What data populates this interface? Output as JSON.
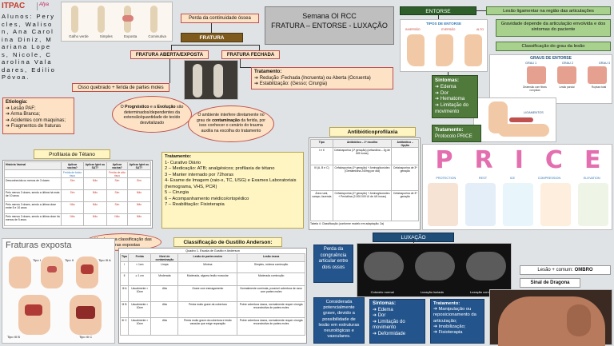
{
  "logo": {
    "itpac": "ITPAC",
    "afya": "Afya"
  },
  "students": "Alunos: Perycles, Walison, Ana Carolina Diniz, Mariana Lopes, Nicole, Carolina Valadares, Edilio Póvoa.",
  "title": {
    "line1": "Semana OI RCC",
    "line2": "FRATURA – ENTORSE - LUXAÇÃO"
  },
  "fracture_types": [
    "Galho verde",
    "Simples",
    "Exposta",
    "Cominutiva"
  ],
  "perda_continuidade": "Perda da continuidade óssea",
  "fratura_label": "FRATURA",
  "fratura_aberta": "FRATURA ABERTA/EXPOSTA",
  "fratura_fechada": "FRATURA FECHADA",
  "osso_quebrado": "Osso quebrado + ferida de partes moles",
  "etiologia": {
    "title": "Etiologia:",
    "items": [
      "Lesão PAF;",
      "Arma Branca;",
      "Acidentes com maquinas;",
      "Fragmentos de fraturas"
    ]
  },
  "tratamento_fechada": {
    "title": "Tratamento:",
    "items": [
      "Redução :Fechada (Incruenta) ou Aberta (Ocruenta)",
      "Estabilização: (Gesso; Cirurgia)"
    ]
  },
  "prognostico": {
    "pre": "O ",
    "b1": "Prognóstico",
    "mid": " e a ",
    "b2": "Evolução",
    "post": " são determinados/dependentes da extensão/quantidade de tecido desvitalizado"
  },
  "ambiente": {
    "pre": "O ambiente interfere diretamente no grau de ",
    "b": "contaminação",
    "post": " da ferida, por isso conhecer o cenário do trauma auxilia na escolha do tratamento"
  },
  "tratamento_aberta": {
    "title": "Tratamento:",
    "items": [
      "1- Curativo Diário",
      "2 – Medicação: ATB; analgésicos; profilaxia de tétano",
      "3 – Manter internado por 72horas",
      "4- Exame de Imagem (raio-x, TC, USG) e Exames Laboratoriais (hemograma, VHS, PCR)",
      "5 – Cirurgia",
      "6 – Acompanhamento médico/ortopédico",
      "7 – Reabilitação: Fisioterapia"
    ]
  },
  "profilaxia_tetano": {
    "title": "Profilaxia de Tétano",
    "headers": [
      "História Vacinal",
      "Aplicar vacina?",
      "Aplicar Igtet ou SAT?",
      "Aplicar vacina?",
      "Aplicar Igtet ou SAT?"
    ],
    "subheaders": [
      "",
      "Ferida de baixo risco",
      "",
      "Ferida de alto risco",
      ""
    ],
    "rows": [
      [
        "Desconhecida ou menos de 3 doses",
        "Sim",
        "Não",
        "Sim",
        "Sim"
      ],
      [
        "Pelo menos 3 doses, sendo a última há mais de 10 anos",
        "Sim",
        "Não",
        "Sim",
        "Não"
      ],
      [
        "Pelo menos 3 doses, sendo a última dose entre 5 e 10 anos",
        "Não",
        "Não",
        "Sim",
        "Não"
      ],
      [
        "Pelo menos 3 doses, sendo a última dose há menos de 5 anos",
        "Não",
        "Não",
        "Não",
        "Não"
      ]
    ]
  },
  "antibiotico": {
    "title": "Antibióticoprofilaxia",
    "headers": [
      "Tipo",
      "Antibiótico – 1ª escolha",
      "Antibiótico – Opção"
    ],
    "rows": [
      [
        "I e II",
        "Cefalosporina (1ª geração) (cefazolina – 2g de 8/8 horas)",
        ""
      ],
      [
        "III (A, B e C)",
        "Cefalosporina (1ª geração) + Aminoglicosídeo (Gentamicina 240mg por dia)",
        "Cefalosporina de 3ª geração"
      ],
      [
        "Área rural, campo, fazenda",
        "Cefalosporina (1ª geração) + Aminoglicosídeo + Penicilina (2.000.000 UI de 4/4 horas)",
        "Cefalosporina de 3ª geração"
      ]
    ],
    "caption": "Tabela 4: Classificação (conforme modelo em adaptação: 2a)"
  },
  "entorse": {
    "label": "ENTORSE",
    "tipos": "TIPOS DE ENTORSE",
    "tipos_list": [
      "INVERSÃO",
      "EVERSÃO",
      "ALTO"
    ],
    "lesao": "Lesão ligamentar na região das articulações",
    "gravidade": "Gravidade depende da articulação envolvida e dos sintomas do paciente",
    "classificacao": "Classificação do grau da lesão",
    "graus_title": "GRAUS DE ENTORSE",
    "graus": [
      "GRAU 1",
      "GRAU 2",
      "GRAU 3"
    ],
    "graus_desc": [
      "Distensão com fibras rompidas",
      "Lesão parcial",
      "Ruptura total"
    ],
    "ligamentos": "LIGAMENTOS",
    "sintomas": {
      "title": "Sintomas:",
      "items": [
        "Edema",
        "Dor",
        "Hematoma",
        "Limitação do movimento"
      ]
    },
    "tratamento": {
      "title": "Tratamento:",
      "text": "Protocolo PRICE"
    },
    "price": [
      "P",
      "R",
      "I",
      "C",
      "E"
    ],
    "price_labels": [
      "PROTECTION",
      "REST",
      "ICE",
      "COMPRESSION",
      "ELEVATION"
    ]
  },
  "gustilo": {
    "usada": "Usada para classificação das fraturas expostas",
    "title": "Classificação de Gustillo Anderson:",
    "caption": "Quadro 1. Escala de Gustilo e Anderson",
    "headers": [
      "Tipo",
      "Ferida",
      "Nível de contaminação",
      "Lesão de partes moles",
      "Lesão óssea"
    ],
    "rows": [
      [
        "I",
        "< 1cm",
        "Limpa",
        "Mínima",
        "Simples, mínima cominução"
      ],
      [
        "II",
        "≥ 1 cm",
        "Moderada",
        "Moderada, alguma lesão muscular",
        "Moderada cominução"
      ],
      [
        "III A",
        "Usualmente > 10cm",
        "Alta",
        "Grave com esmagamento",
        "Normalmente cominuta, possível cobertura de osso com partes moles"
      ],
      [
        "III B",
        "Usualmente > 10cm",
        "Alta",
        "Perda muito grave da cobertura",
        "Pobre cobertura óssea, normalmente requer cirurgia reconstrutiva de partes moles"
      ],
      [
        "III C",
        "Usualmente > 10cm",
        "Alta",
        "Perda muito grave da cobertura e lesão vascular que exige reparação",
        "Pobre cobertura óssea, normalmente requer cirurgia reconstrutiva de partes moles"
      ]
    ]
  },
  "fraturas_exposta": {
    "title": "Fraturas exposta",
    "labels": [
      "Tipo I",
      "Tipo II",
      "Tipo III A",
      "Tipo III B",
      "Tipo III C"
    ]
  },
  "luxacao": {
    "label": "LUXAÇÃO",
    "perda": "Perda da congruência articular entre dois ossos",
    "xray_labels": [
      "Cotovelo normal",
      "Luxação isolada",
      "Luxação com fratura"
    ],
    "considerada": "Considerada potencialmente grave, devido a possibilidade de lesão em estruturas neurológicas e vasculares.",
    "sintomas": {
      "title": "Sintomas:",
      "items": [
        "Edema",
        "Dor",
        "Limitação do movimento",
        "Deformidade"
      ]
    },
    "tratamento": {
      "title": "Tratamento:",
      "items": [
        "Manipulação ou reposicionamento da articulação;",
        "Imobilização;",
        "Fisioterapia"
      ]
    },
    "lesao_comum": {
      "pre": "Lesão + comum: ",
      "b": "OMBRO"
    },
    "sinal": "Sinal de Dragona"
  },
  "colors": {
    "title_bg": "#bfbfbf",
    "fratura_label_bg": "#7f5a1e",
    "entorse_label_bg": "#2e5f2a",
    "luxacao_label_bg": "#1f4e79",
    "background": "#dfe3e6"
  }
}
